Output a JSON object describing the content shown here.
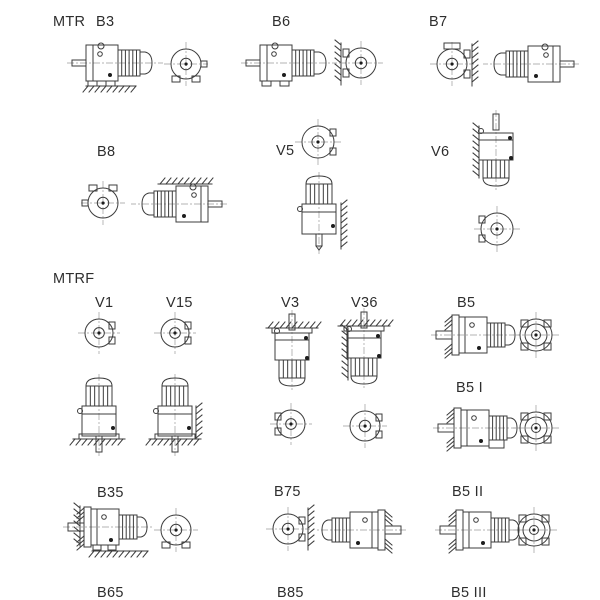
{
  "page": {
    "background": "#ffffff",
    "line_color": "#3c3c3c",
    "label_color": "#2e2e2e",
    "description": "Gearmotor mounting positions diagram"
  },
  "sections": [
    {
      "name": "MTR",
      "label": "MTR",
      "positions": [
        {
          "id": "B3",
          "label": "B3",
          "views": [
            "side-view-feet-on-floor",
            "front-view-feet-down"
          ]
        },
        {
          "id": "B6",
          "label": "B6",
          "views": [
            "side-view",
            "front-view-feet-on-wall-left"
          ]
        },
        {
          "id": "B7",
          "label": "B7",
          "views": [
            "front-view-feet-on-wall-right",
            "side-view-shaft-right"
          ]
        },
        {
          "id": "B8",
          "label": "B8",
          "views": [
            "front-view-feet-up",
            "side-view-ceiling-mounted"
          ]
        },
        {
          "id": "V5",
          "label": "V5",
          "views": [
            "top-view",
            "side-view-shaft-down-wall-right"
          ]
        },
        {
          "id": "V6",
          "label": "V6",
          "views": [
            "side-view-shaft-up-wall-left",
            "bottom-view"
          ]
        }
      ]
    },
    {
      "name": "MTRF",
      "label": "MTRF",
      "positions": [
        {
          "id": "V1",
          "label": "V1",
          "views": [
            "top-view",
            "side-view-shaft-down-flange-on-floor"
          ]
        },
        {
          "id": "V15",
          "label": "V15",
          "views": [
            "top-view",
            "side-view-shaft-down-flange-on-floor-wall-right"
          ]
        },
        {
          "id": "V3",
          "label": "V3",
          "views": [
            "side-view-shaft-up-flange-on-ceiling",
            "bottom-view"
          ]
        },
        {
          "id": "V36",
          "label": "V36",
          "views": [
            "side-view-shaft-up-flange-on-ceiling-wall-left",
            "bottom-view"
          ]
        },
        {
          "id": "B5",
          "label": "B5",
          "views": [
            "side-view-flange-on-wall-left",
            "front-view-flange"
          ]
        },
        {
          "id": "B5I",
          "label": "B5 I",
          "views": [
            "side-view-flange-on-wall-left",
            "front-view-flange"
          ]
        },
        {
          "id": "B35",
          "label": "B35",
          "views": [
            "side-view-flange-wall-left-feet-on-floor",
            "front-view-feet-down"
          ]
        },
        {
          "id": "B75",
          "label": "B75",
          "views": [
            "front-view-wall-right",
            "side-view-flange-on-wall-right"
          ]
        },
        {
          "id": "B5II",
          "label": "B5 II",
          "views": [
            "side-view-flange-on-wall-left",
            "front-view-flange"
          ]
        },
        {
          "id": "B65",
          "label": "B65",
          "views": []
        },
        {
          "id": "B85",
          "label": "B85",
          "views": []
        },
        {
          "id": "B5III",
          "label": "B5 III",
          "views": []
        }
      ]
    }
  ]
}
